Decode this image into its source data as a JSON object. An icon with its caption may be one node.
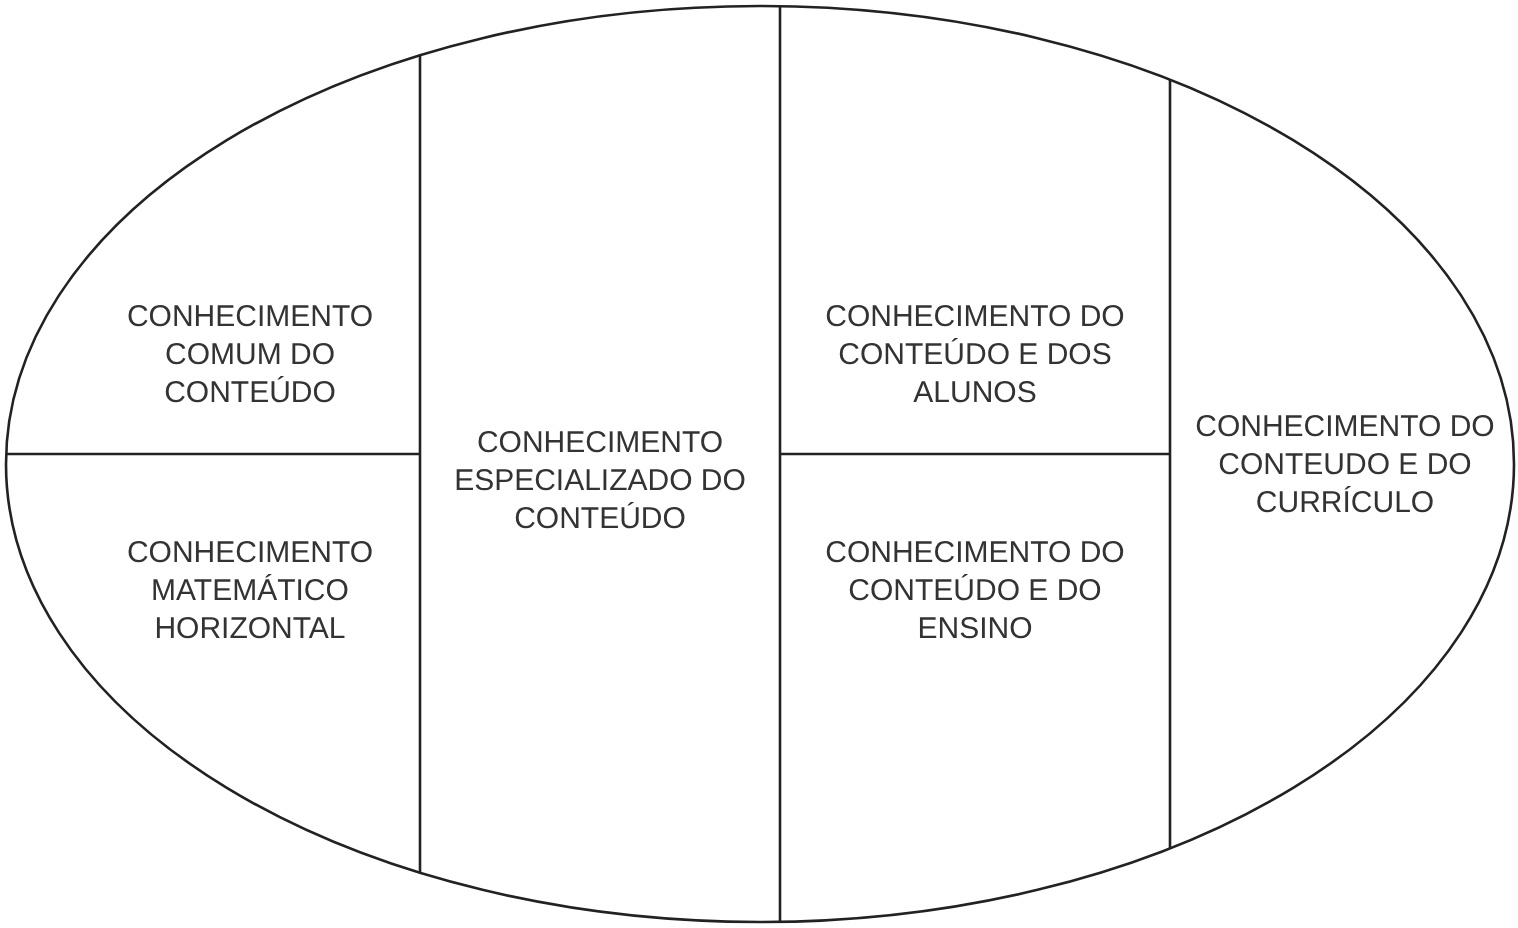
{
  "diagram": {
    "nodes": [
      {
        "text": [
          "CONHECIMENTO COMUM DO CONTEÚDO"
        ]
      },
      {
        "text": [
          "CONHECIMENTO MATEMÁTICO HORIZONTAL"
        ]
      },
      {
        "text": [
          "CONHECIMENTO ESPECIALIZADO DO CONTEÚDO"
        ]
      },
      {
        "text": [
          "CONHECIMENTO DO CONTEÚDO E DOS ALUNOS"
        ]
      },
      {
        "text": [
          "CONHECIMENTO DO CONTEÚDO E DO ENSINO"
        ]
      },
      {
        "text": [
          "CONHECIMENTO DO CONTEUDO E DO CURRÍCULO"
        ]
      }
    ]
  }
}
